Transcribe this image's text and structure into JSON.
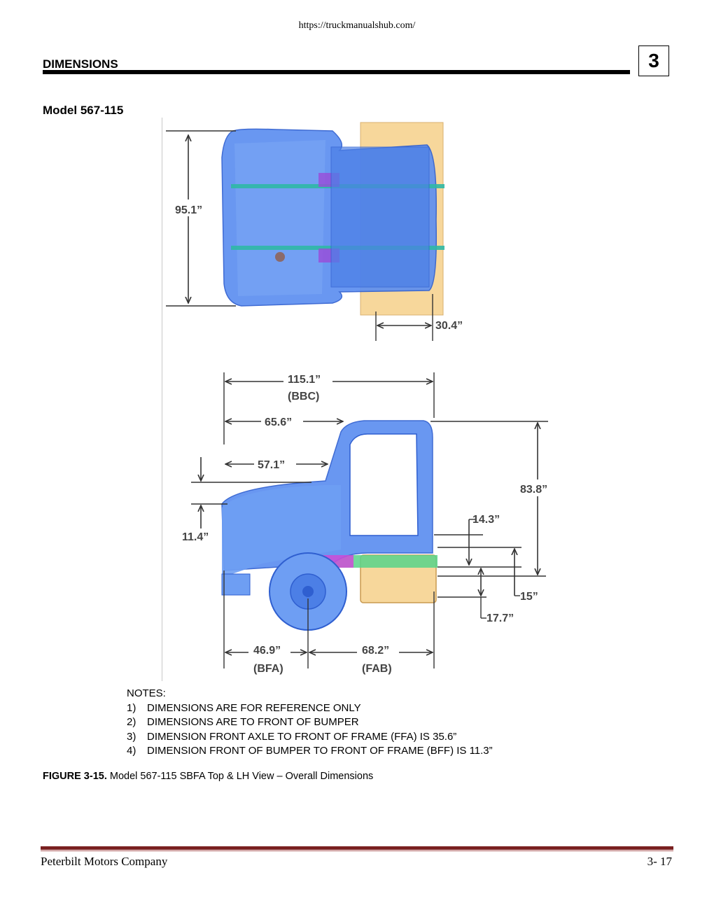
{
  "header": {
    "url": "https://truckmanualshub.com/",
    "section_title": "DIMENSIONS",
    "chapter": "3"
  },
  "model_title": "Model 567-115",
  "figure": {
    "top_view": {
      "width_dim": "95.1”",
      "offset_dim": "30.4”"
    },
    "side_view": {
      "bbc_dim": "115.1”",
      "bbc_label": "(BBC)",
      "dim_65_6": "65.6”",
      "dim_57_1": "57.1”",
      "dim_11_4": "11.4”",
      "dim_83_8": "83.8”",
      "dim_14_3": "14.3”",
      "dim_15": "15”",
      "dim_17_7": "17.7”",
      "bfa_dim": "46.9”",
      "bfa_label": "(BFA)",
      "fab_dim": "68.2”",
      "fab_label": "(FAB)"
    }
  },
  "notes": {
    "heading": "NOTES:",
    "items": [
      {
        "num": "1)",
        "text": "DIMENSIONS ARE FOR REFERENCE ONLY"
      },
      {
        "num": "2)",
        "text": "DIMENSIONS ARE TO FRONT OF BUMPER"
      },
      {
        "num": "3)",
        "text": "DIMENSION FRONT AXLE TO FRONT OF FRAME (FFA) IS 35.6”"
      },
      {
        "num": "4)",
        "text": "DIMENSION FRONT OF BUMPER TO FRONT OF FRAME (BFF) IS 11.3”"
      }
    ]
  },
  "caption": {
    "label": "FIGURE 3-15.",
    "text": " Model 567-115 SBFA Top & LH View – Overall Dimensions"
  },
  "footer": {
    "company": "Peterbilt Motors Company",
    "page": "3- 17"
  }
}
